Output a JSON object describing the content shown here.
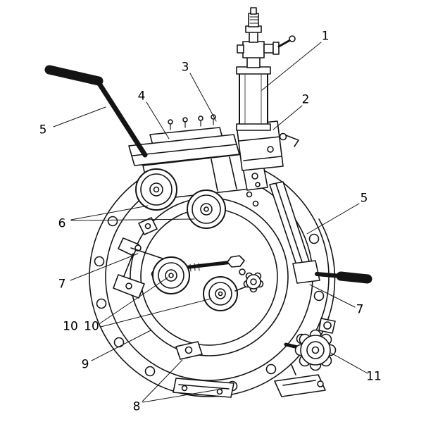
{
  "figure": {
    "background_color": "#ffffff",
    "line_color": "#141414",
    "callouts": [
      {
        "id": "callout-1",
        "label": "1"
      },
      {
        "id": "callout-2",
        "label": "2"
      },
      {
        "id": "callout-3",
        "label": "3"
      },
      {
        "id": "callout-4",
        "label": "4"
      },
      {
        "id": "callout-5-left",
        "label": "5"
      },
      {
        "id": "callout-5-right",
        "label": "5"
      },
      {
        "id": "callout-6",
        "label": "6"
      },
      {
        "id": "callout-7-left",
        "label": "7"
      },
      {
        "id": "callout-7-right",
        "label": "7"
      },
      {
        "id": "callout-8",
        "label": "8"
      },
      {
        "id": "callout-9",
        "label": "9"
      },
      {
        "id": "callout-10-a",
        "label": "10"
      },
      {
        "id": "callout-10-b",
        "label": "10"
      },
      {
        "id": "callout-11",
        "label": "11"
      }
    ]
  }
}
